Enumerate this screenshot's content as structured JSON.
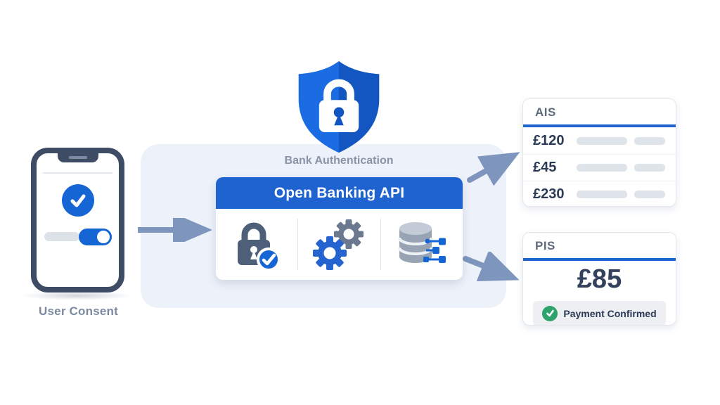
{
  "consent": {
    "label": "User Consent"
  },
  "auth": {
    "label": "Bank Authentication"
  },
  "api": {
    "title": "Open Banking API",
    "icons": [
      "secure-lock-check-icon",
      "processing-gears-icon",
      "database-dataflow-icon"
    ]
  },
  "ais": {
    "title": "AIS",
    "rows": [
      {
        "amount": "£120"
      },
      {
        "amount": "£45"
      },
      {
        "amount": "£230"
      }
    ]
  },
  "pis": {
    "title": "PIS",
    "amount": "£85",
    "status": "Payment Confirmed"
  },
  "colors": {
    "primary_blue": "#1e63d0",
    "shield_blue_light": "#1b6ce2",
    "shield_blue_dark": "#1356c2",
    "slate_icon": "#4e6079",
    "arrow": "#7e96bd",
    "panel_bg": "#edf1f9",
    "success_green": "#2ea36b",
    "amount_text": "#2b3a55",
    "muted_label": "#8a94a6"
  }
}
